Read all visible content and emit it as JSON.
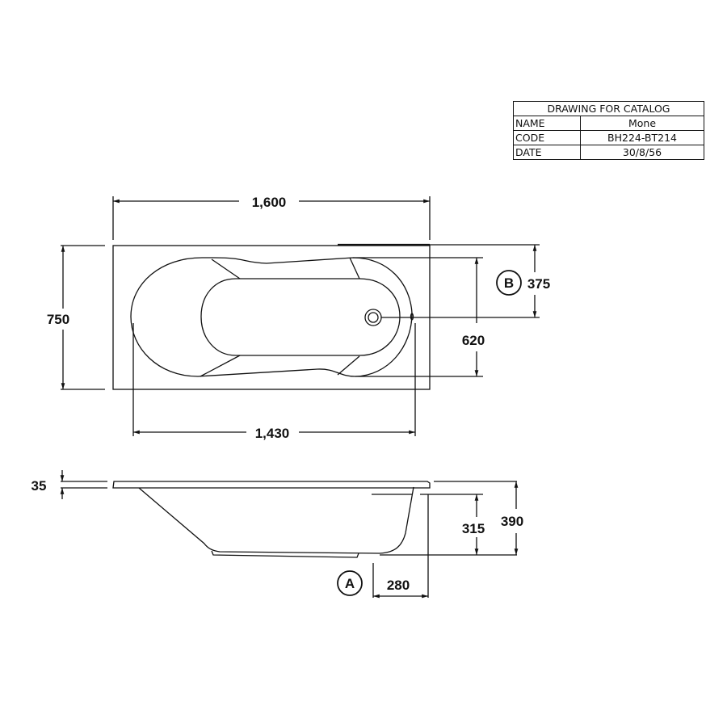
{
  "title_block": {
    "header": "DRAWING FOR CATALOG",
    "rows": [
      {
        "label": "NAME",
        "value": "Mone"
      },
      {
        "label": "CODE",
        "value": "BH224-BT214"
      },
      {
        "label": "DATE",
        "value": "30/8/56"
      }
    ]
  },
  "top_view": {
    "overall_length": "1,600",
    "overall_width": "750",
    "inner_length": "1,430",
    "inner_width": "620",
    "drain_offset": "375",
    "drain_marker": "B"
  },
  "side_view": {
    "rim_thickness": "35",
    "inner_depth": "315",
    "overall_height": "390",
    "waste_offset": "280",
    "waste_marker": "A"
  }
}
